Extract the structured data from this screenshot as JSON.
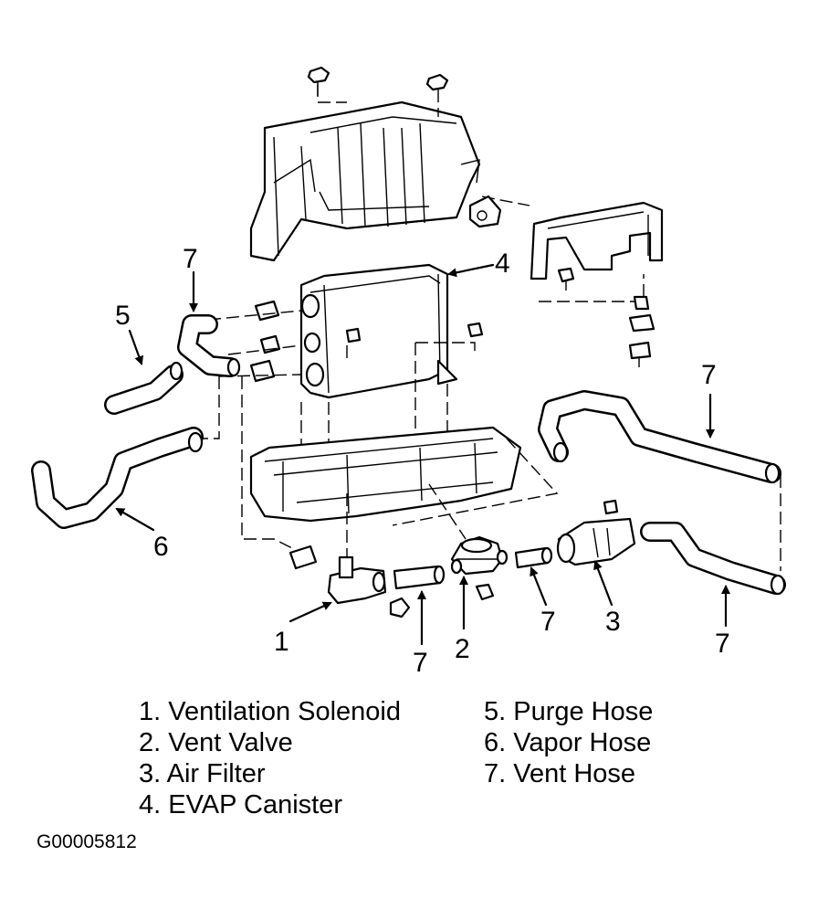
{
  "callouts": {
    "c1": "1",
    "c2": "2",
    "c3": "3",
    "c4": "4",
    "c5": "5",
    "c6": "6",
    "c7a": "7",
    "c7b": "7",
    "c7c": "7",
    "c7d": "7",
    "c7e": "7"
  },
  "legend": {
    "left": [
      "1. Ventilation Solenoid",
      "2. Vent Valve",
      "3. Air Filter",
      "4. EVAP Canister"
    ],
    "right": [
      "5. Purge Hose",
      "6. Vapor Hose",
      "7. Vent Hose"
    ]
  },
  "figure_id": "G00005812"
}
